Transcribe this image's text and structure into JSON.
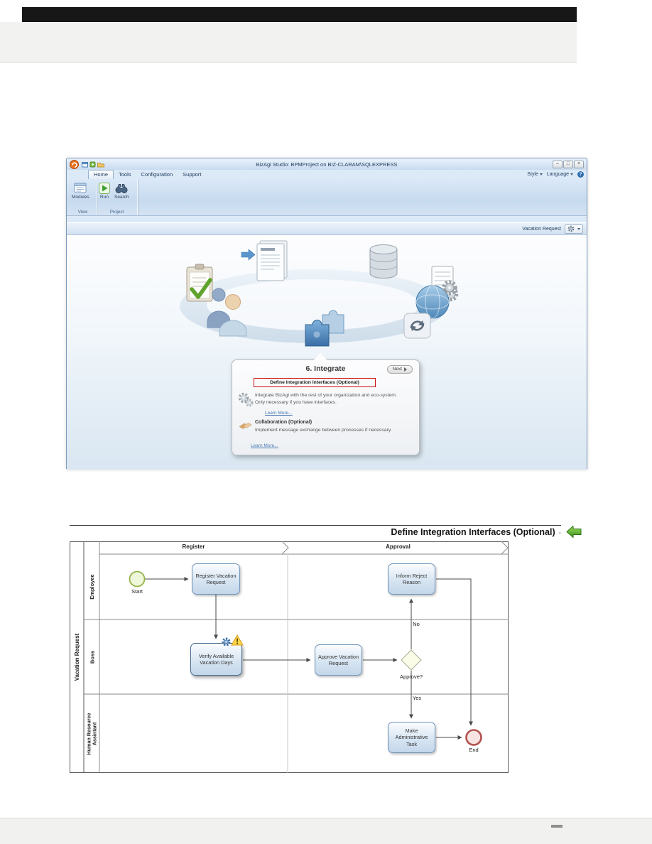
{
  "app_window": {
    "title": "BizAgi Studio: BPMProject on BIZ-CLARAM\\SQLEXPRESS",
    "window_buttons": {
      "minimize": "–",
      "maximize": "□",
      "close": "×"
    },
    "tabs": [
      {
        "label": "Home"
      },
      {
        "label": "Tools"
      },
      {
        "label": "Configuration"
      },
      {
        "label": "Support"
      }
    ],
    "menu_right": {
      "style": "Style",
      "language": "Language",
      "help": "?"
    },
    "ribbon": {
      "modules": "Modules",
      "run": "Run",
      "search": "Search",
      "group_view": "View",
      "group_project": "Project"
    },
    "view_bar": {
      "process": "Vacation Request"
    },
    "wizard": {
      "title": "6. Integrate",
      "next": "Next",
      "highlight": "Define Integration Interfaces (Optional)",
      "integrate_text": "Integrate BizAgi with the rest of your organization and eco-system. Only necessary if you have interfaces.",
      "learn_more_1": "Learn More...",
      "collaboration_title": "Collaboration (Optional)",
      "collaboration_text": "Implement message exchange between processes if necessary.",
      "learn_more_2": "Learn More..."
    }
  },
  "section": {
    "heading": "Define Integration Interfaces (Optional)",
    "heading_marker": "-"
  },
  "diagram": {
    "pool": "Vacation Request",
    "lanes": [
      {
        "label": "Employee"
      },
      {
        "label": "Boss"
      },
      {
        "label": "Human Resource Assintant"
      }
    ],
    "phases": [
      {
        "label": "Register"
      },
      {
        "label": "Approval"
      }
    ],
    "events": {
      "start": "Start",
      "end": "End"
    },
    "tasks": {
      "register": "Register Vacation Request",
      "inform": "Inform Reject Reason",
      "verify": "Verify Available Vacation Days",
      "approve": "Approve Vacation Request",
      "make": "Make Administrative Task"
    },
    "gateway": {
      "label": "Approve?",
      "yes": "Yes",
      "no": "No"
    }
  }
}
